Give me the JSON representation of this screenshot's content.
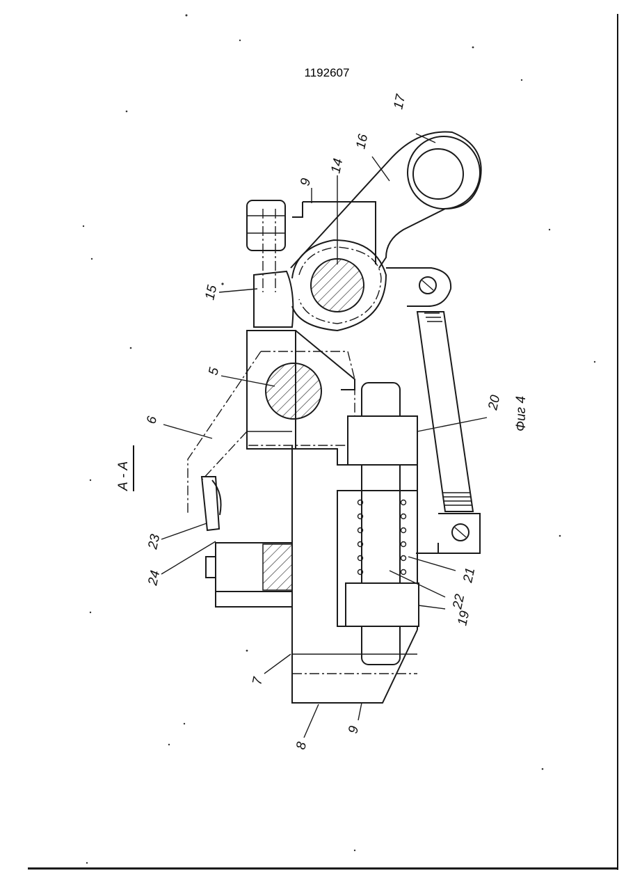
{
  "patent_number": "1192607",
  "figure_label": "Фиг 4",
  "section_label": "А - А",
  "labels": {
    "l17": "17",
    "l16": "16",
    "l14": "14",
    "l9a": "9",
    "l15": "15",
    "l5": "5",
    "l6": "6",
    "l20": "20",
    "l23": "23",
    "l24": "24",
    "l21": "21",
    "l22": "22",
    "l19": "19",
    "l7": "7",
    "l8": "8",
    "l9b": "9"
  }
}
